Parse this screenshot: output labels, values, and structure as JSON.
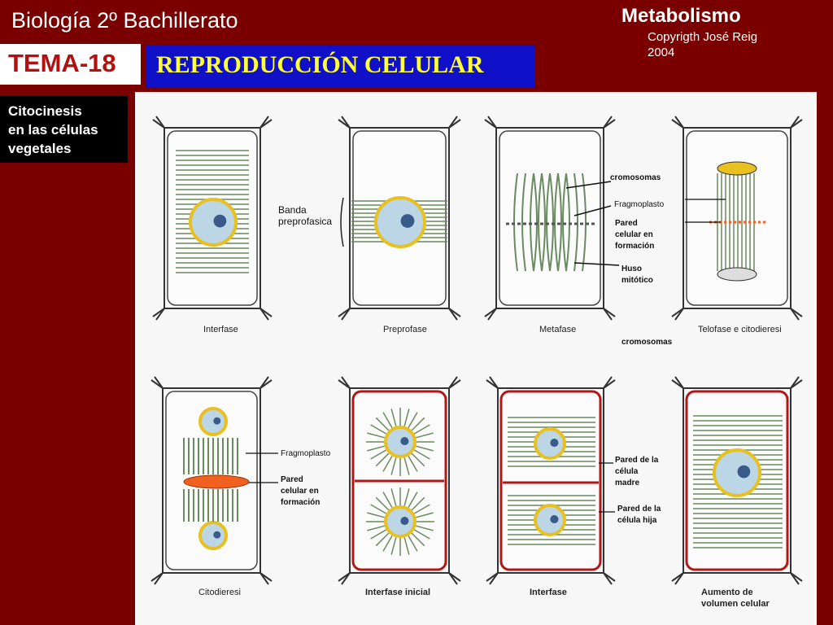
{
  "header": {
    "course_title": "Biología 2º Bachillerato",
    "topic": "Metabolismo",
    "copyright_line1": "Copyrigth José Reig",
    "copyright_line2": "2004",
    "tema_label": "TEMA-18",
    "subtitle": "REPRODUCCIÓN CELULAR"
  },
  "sidebar": {
    "label_lines": [
      "Citocinesis",
      "en las células",
      "vegetales"
    ]
  },
  "figure": {
    "captions_top": [
      "Interfase",
      "Preprofase",
      "Metafase",
      "Telofase e citodieresi"
    ],
    "captions_bottom": [
      "Citodieresi",
      "Interfase inicial",
      "Interfase",
      "Aumento de volumen celular"
    ],
    "labels": {
      "banda_line1": "Banda",
      "banda_line2": "preprofasica",
      "cromosomas_top": "cromosomas",
      "fragmoplasto_top": "Fragmoplasto",
      "pared_formacion_top": [
        "Pared",
        "celular en",
        "formación"
      ],
      "huso": [
        "Huso",
        "mitótico"
      ],
      "cromosomas_bottom": "cromosomas",
      "fragmoplasto_bottom": "Fragmoplasto",
      "pared_formacion_bottom": [
        "Pared",
        "celular en",
        "formación"
      ],
      "pared_madre": [
        "Pared de la",
        "célula",
        "madre"
      ],
      "pared_hija": [
        "Pared de la",
        "célula hija"
      ]
    }
  },
  "colors": {
    "background": "#7a0000",
    "tema_text": "#b51010",
    "subtitle_bg": "#1010c8",
    "subtitle_text": "#ffff33",
    "nucleus_ring": "#e8c020",
    "nucleus_fill": "#bcd6e6",
    "cell_wall_red": "#b01818",
    "microtubule": "#6a8a60",
    "phragmoplast_orange": "#f06020"
  }
}
